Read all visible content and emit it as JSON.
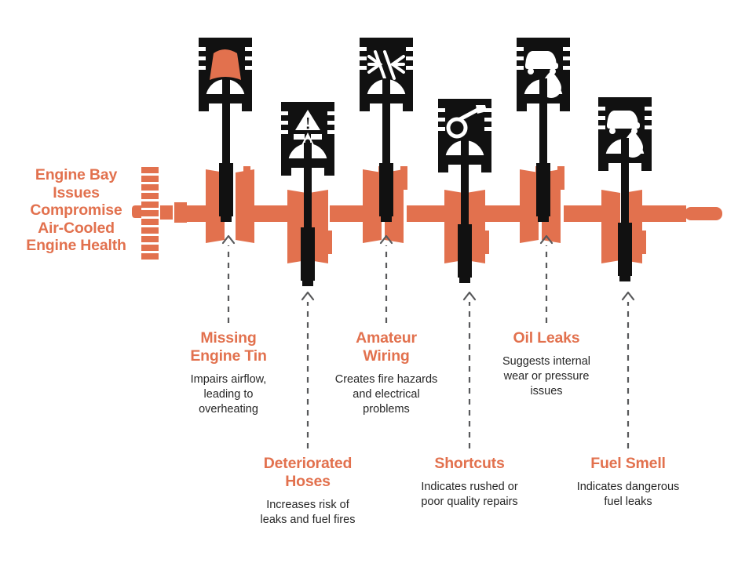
{
  "headline": {
    "line1": "Engine Bay",
    "line2": "Issues",
    "line3": "Compromise",
    "line4": "Air-Cooled",
    "line5": "Engine Health",
    "full": "Engine Bay Issues Compromise Air-Cooled Engine Health"
  },
  "colors": {
    "accent_orange": "#e2714e",
    "dark": "#111111",
    "body_text": "#262626",
    "background": "#ffffff",
    "dash_gray": "#58595b"
  },
  "callouts": [
    {
      "id": "missing-engine-tin",
      "title": "Missing Engine Tin",
      "title_line1": "Missing",
      "title_line2": "Engine Tin",
      "desc": "Impairs airflow, leading to overheating",
      "desc_line1": "Impairs airflow,",
      "desc_line2": "leading to",
      "desc_line3": "overheating",
      "icon": "piston-with-flame-icon",
      "position": "upper"
    },
    {
      "id": "deteriorated-hoses",
      "title": "Deteriorated Hoses",
      "title_line1": "Deteriorated",
      "title_line2": "Hoses",
      "desc": "Increases risk of leaks and fuel fires",
      "desc_line1": "Increases risk of",
      "desc_line2": "leaks and fuel fires",
      "desc_line3": "",
      "icon": "warning-hose-icon",
      "position": "lower"
    },
    {
      "id": "amateur-wiring",
      "title": "Amateur Wiring",
      "title_line1": "Amateur",
      "title_line2": "Wiring",
      "desc": "Creates fire hazards and electrical problems",
      "desc_line1": "Creates fire hazards",
      "desc_line2": "and electrical",
      "desc_line3": "problems",
      "icon": "tangled-wires-icon",
      "position": "upper"
    },
    {
      "id": "shortcuts",
      "title": "Shortcuts",
      "title_line1": "Shortcuts",
      "title_line2": "",
      "desc": "Indicates rushed or poor quality repairs",
      "desc_line1": "Indicates rushed or",
      "desc_line2": "poor quality repairs",
      "desc_line3": "",
      "icon": "wrench-icon",
      "position": "lower"
    },
    {
      "id": "oil-leaks",
      "title": "Oil Leaks",
      "title_line1": "Oil Leaks",
      "title_line2": "",
      "desc": "Suggests internal wear or pressure issues",
      "desc_line1": "Suggests internal",
      "desc_line2": "wear or pressure",
      "desc_line3": "issues",
      "icon": "car-oil-drop-icon",
      "position": "upper"
    },
    {
      "id": "fuel-smell",
      "title": "Fuel Smell",
      "title_line1": "Fuel Smell",
      "title_line2": "",
      "desc": "Indicates dangerous fuel leaks",
      "desc_line1": "Indicates dangerous",
      "desc_line2": "fuel leaks",
      "desc_line3": "",
      "icon": "car-fuel-drop-icon",
      "position": "lower"
    }
  ],
  "graphic": {
    "name": "crankshaft-with-pistons",
    "description": "Horizontal crankshaft illustration with six piston icons connected by rods"
  }
}
